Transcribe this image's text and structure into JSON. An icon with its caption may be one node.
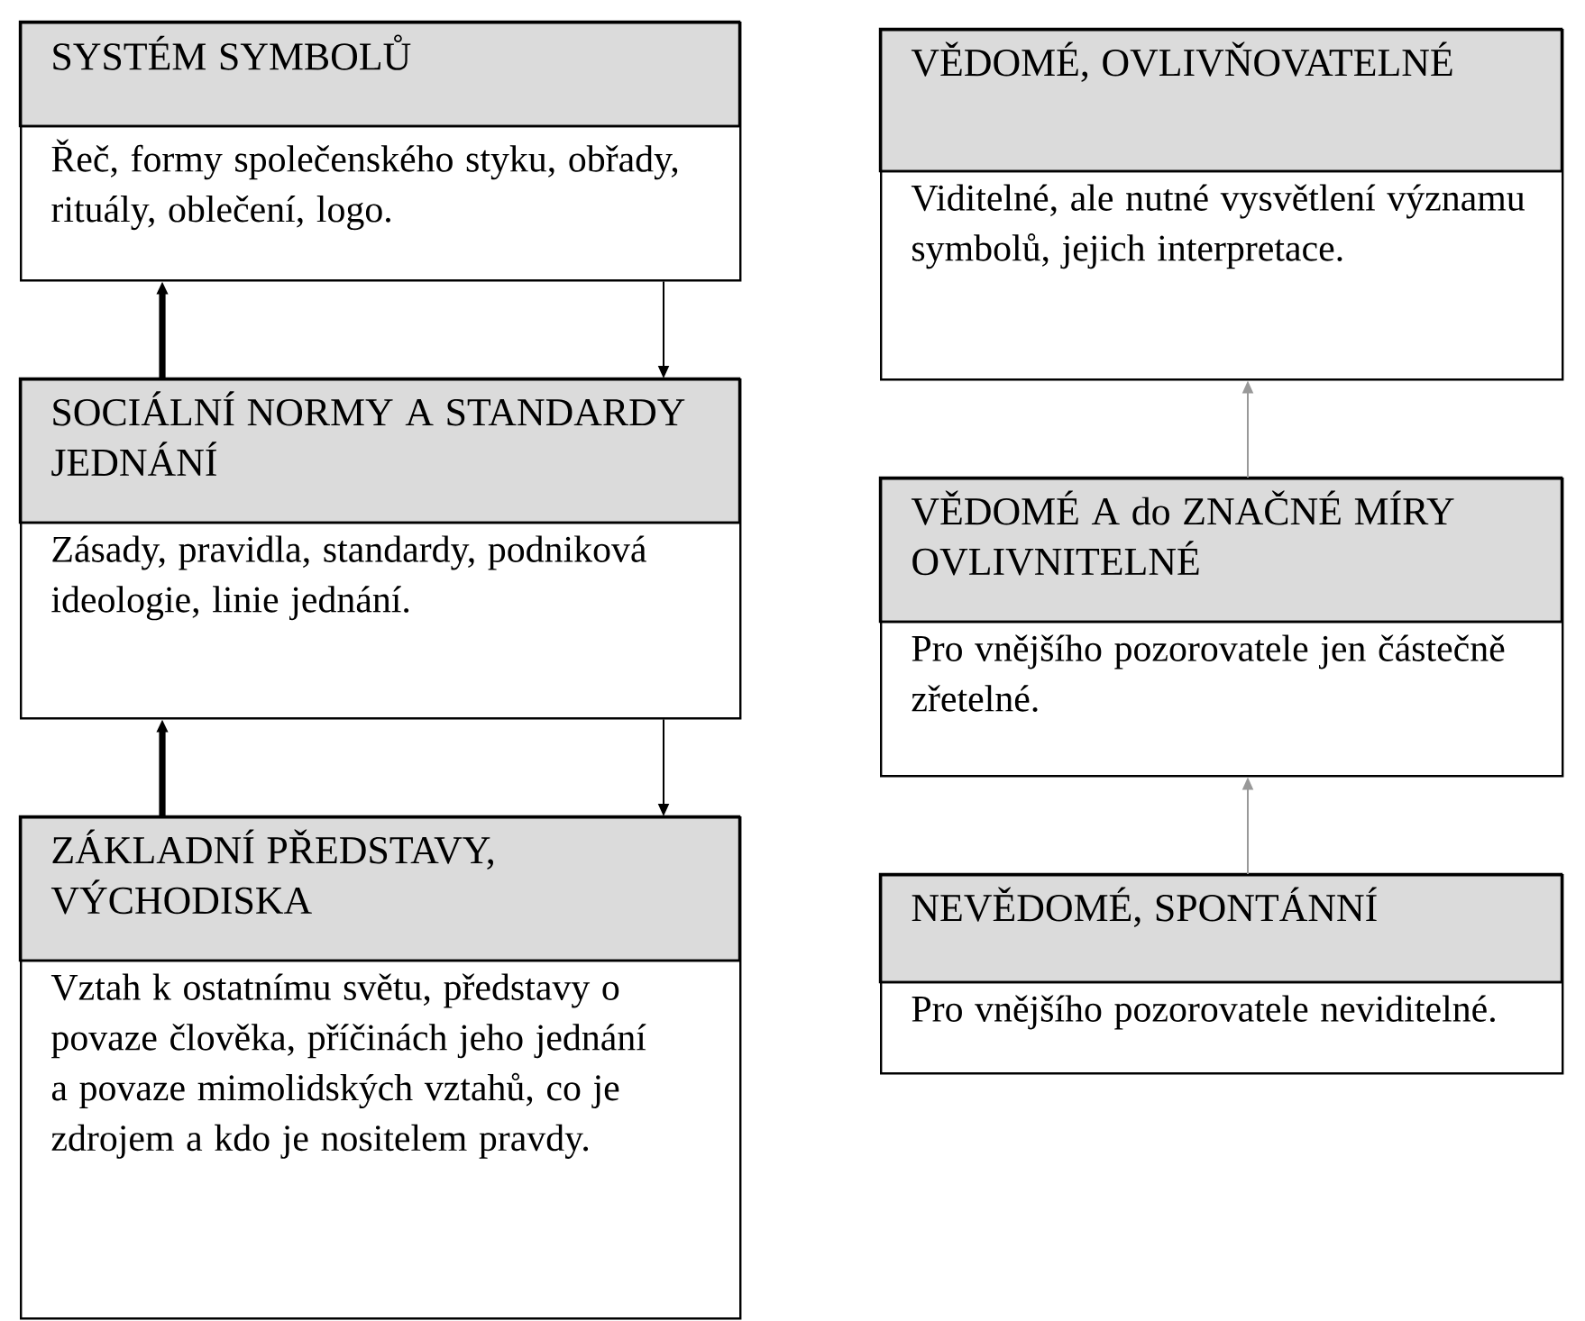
{
  "diagram": {
    "nodes": [
      {
        "text": [
          "SYSTÉM SYMBOLŮ",
          "Řeč, formy společenského styku, obřady, rituály, oblečení, logo."
        ]
      },
      {
        "text": [
          "SOCIÁLNÍ NORMY A STANDARDY JEDNÁNÍ",
          "Zásady, pravidla, standardy, podniková ideologie, linie jednání."
        ]
      },
      {
        "text": [
          "ZÁKLADNÍ PŘEDSTAVY, VÝCHODISKA",
          "Vztah k ostatnímu světu, představy o povaze člověka, příčinách jeho jednání a povaze mimolidských vztahů, co je zdrojem a kdo je nositelem pravdy."
        ]
      },
      {
        "text": [
          "VĚDOMÉ, OVLIVŇOVATELNÉ",
          "Viditelné, ale nutné vysvětlení významu symbolů, jejich interpretace."
        ]
      },
      {
        "text": [
          "VĚDOMÉ A do ZNAČNÉ MÍRY OVLIVNITELNÉ",
          "Pro vnějšího pozorovatele jen částečně zřetelné."
        ]
      },
      {
        "text": [
          "NEVĚDOMÉ, SPONTÁNNÍ",
          "Pro vnějšího pozorovatele neviditelné."
        ]
      }
    ],
    "edges": [
      {
        "from": 1,
        "to": 0,
        "arrow": "to",
        "style": "thick"
      },
      {
        "from": 0,
        "to": 1,
        "arrow": "to"
      },
      {
        "from": 2,
        "to": 1,
        "arrow": "to",
        "style": "thick"
      },
      {
        "from": 1,
        "to": 2,
        "arrow": "to"
      },
      {
        "from": 4,
        "to": 3,
        "arrow": "to",
        "color": "#999999"
      },
      {
        "from": 5,
        "to": 4,
        "arrow": "to",
        "color": "#999999"
      }
    ]
  }
}
